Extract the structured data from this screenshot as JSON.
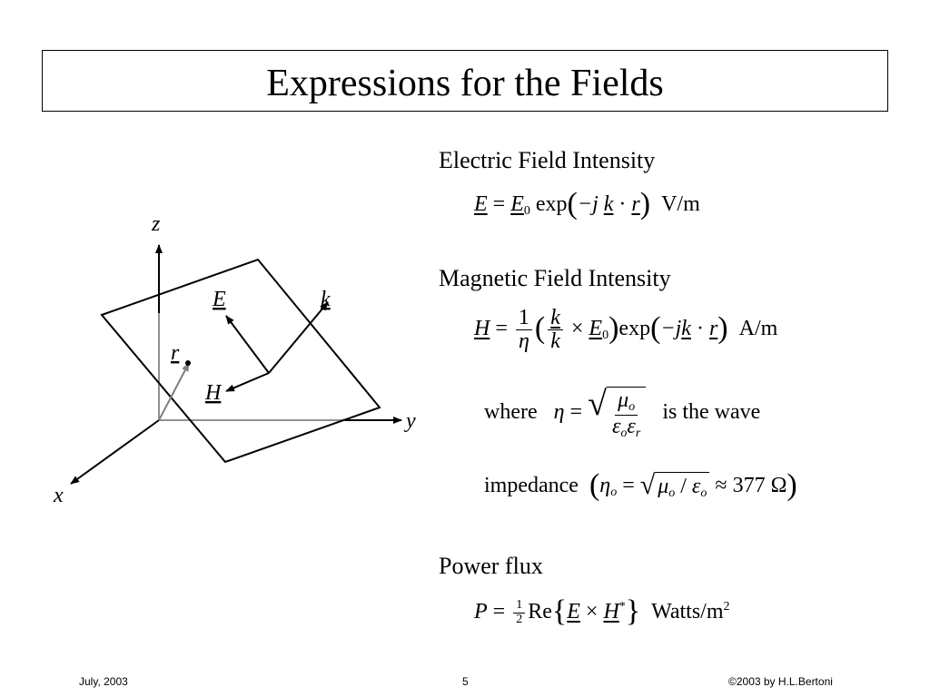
{
  "title": "Expressions for the Fields",
  "diagram": {
    "label_z": "z",
    "label_y": "y",
    "label_x": "x",
    "label_E": "E",
    "label_k": "k",
    "label_r": "r",
    "label_H": "H"
  },
  "electric": {
    "heading": "Electric Field Intensity",
    "E": "E",
    "eq": "=",
    "E0": "E",
    "E0_sub": "0",
    "exp": "exp",
    "lparen": "(",
    "minus_j": "−j",
    "k": "k",
    "dot": "·",
    "r": "r",
    "rparen": ")",
    "unit": "V/m"
  },
  "magnetic": {
    "heading": "Magnetic Field Intensity",
    "H": "H",
    "eq": "=",
    "one": "1",
    "eta": "η",
    "k_vec": "k",
    "k_mag": "k",
    "times": "×",
    "E0": "E",
    "E0_sub": "0",
    "exp": "exp",
    "lparen": "(",
    "minus_j": "−j",
    "k": "k",
    "dot": "·",
    "r": "r",
    "rparen": ")",
    "unit": "A/m",
    "where": "where",
    "eta2": "η",
    "eq2": "=",
    "mu": "μ",
    "mu_sub": "o",
    "eps": "ε",
    "eps_sub": "o",
    "eps2": "ε",
    "eps2_sub": "r",
    "is_the_wave": "is the wave",
    "impedance": "impedance",
    "eta_o": "η",
    "eta_o_sub": "o",
    "eq3": "=",
    "mu3": "μ",
    "mu3_sub": "o",
    "slash": "/",
    "eps3": "ε",
    "eps3_sub": "o",
    "approx": "≈",
    "value": "377",
    "ohm": "Ω"
  },
  "power": {
    "heading": "Power flux",
    "P": "P",
    "eq": "=",
    "half_num": "1",
    "half_den": "2",
    "re": "Re",
    "lbrace": "{",
    "E": "E",
    "times": "×",
    "H": "H",
    "star": "*",
    "rbrace": "}",
    "unit": "Watts/m",
    "unit_sup": "2"
  },
  "footer": {
    "date": "July, 2003",
    "page": "5",
    "copyright": "©2003 by H.L.Bertoni"
  }
}
